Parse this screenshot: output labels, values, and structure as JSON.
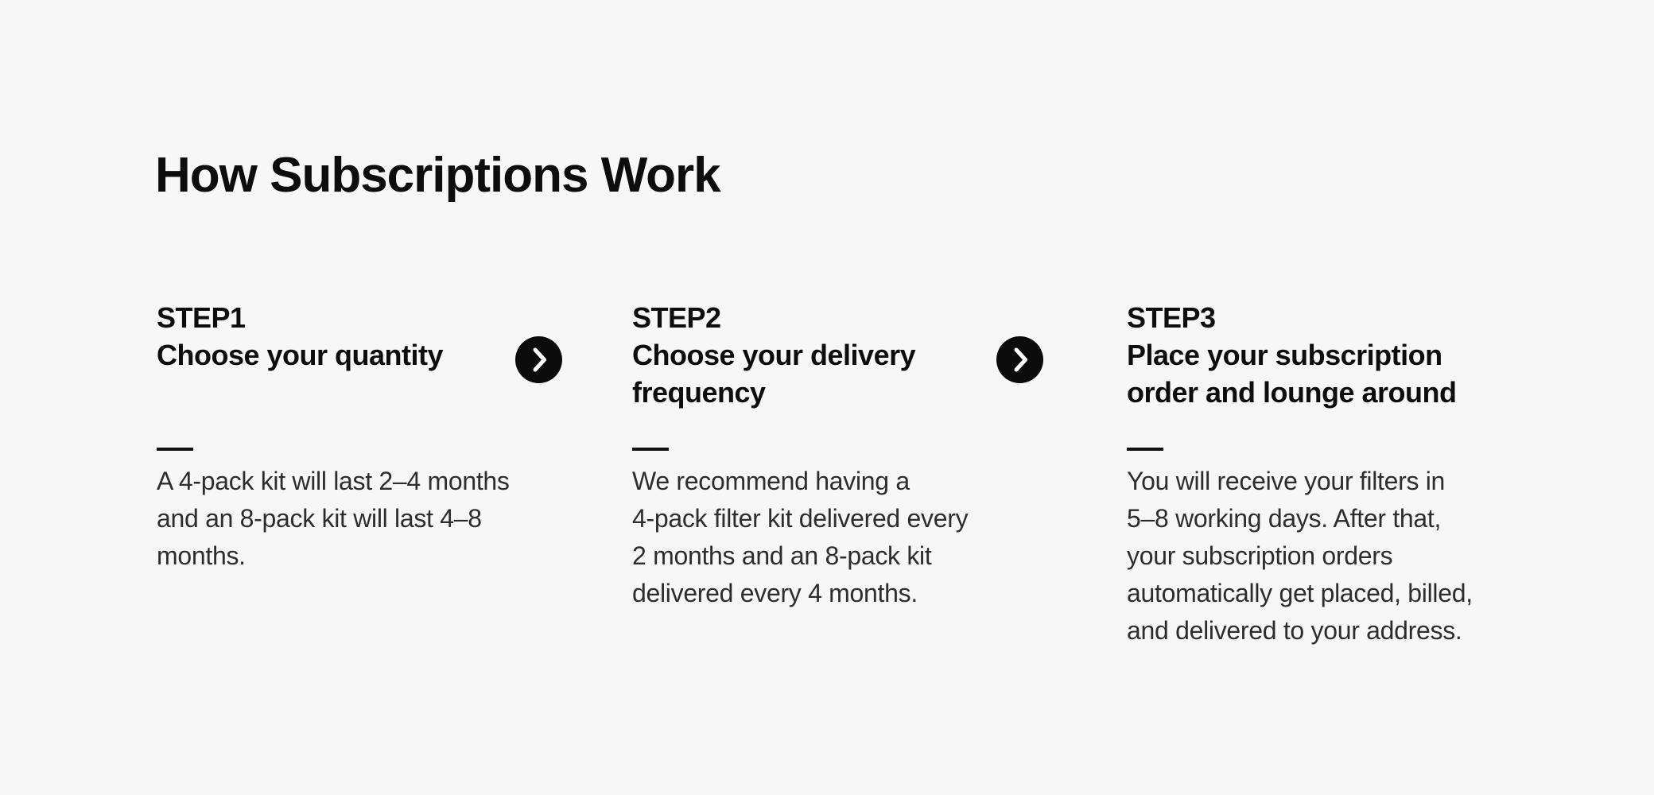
{
  "colors": {
    "background": "#f7f7f8",
    "heading": "#0d0d0d",
    "body": "#2d2d2d",
    "divider": "#111111",
    "arrow_bg": "#0b0b0b",
    "arrow_glyph": "#ffffff"
  },
  "section": {
    "title": "How Subscriptions Work",
    "steps": [
      {
        "label": "STEP1",
        "heading": "Choose your quantity",
        "body": "A 4-pack kit will last 2–4 months\nand an 8-pack kit will last 4–8\nmonths."
      },
      {
        "label": "STEP2",
        "heading": "Choose your delivery\nfrequency",
        "body": "We recommend having a\n4-pack filter kit delivered every\n2 months and an 8-pack kit\ndelivered every 4 months."
      },
      {
        "label": "STEP3",
        "heading": "Place your subscription\norder and lounge around",
        "body": "You will receive your filters in\n5–8 working days. After that,\nyour subscription orders\nautomatically get placed, billed,\nand delivered to your address."
      }
    ],
    "arrow_icon": "chevron-right"
  }
}
